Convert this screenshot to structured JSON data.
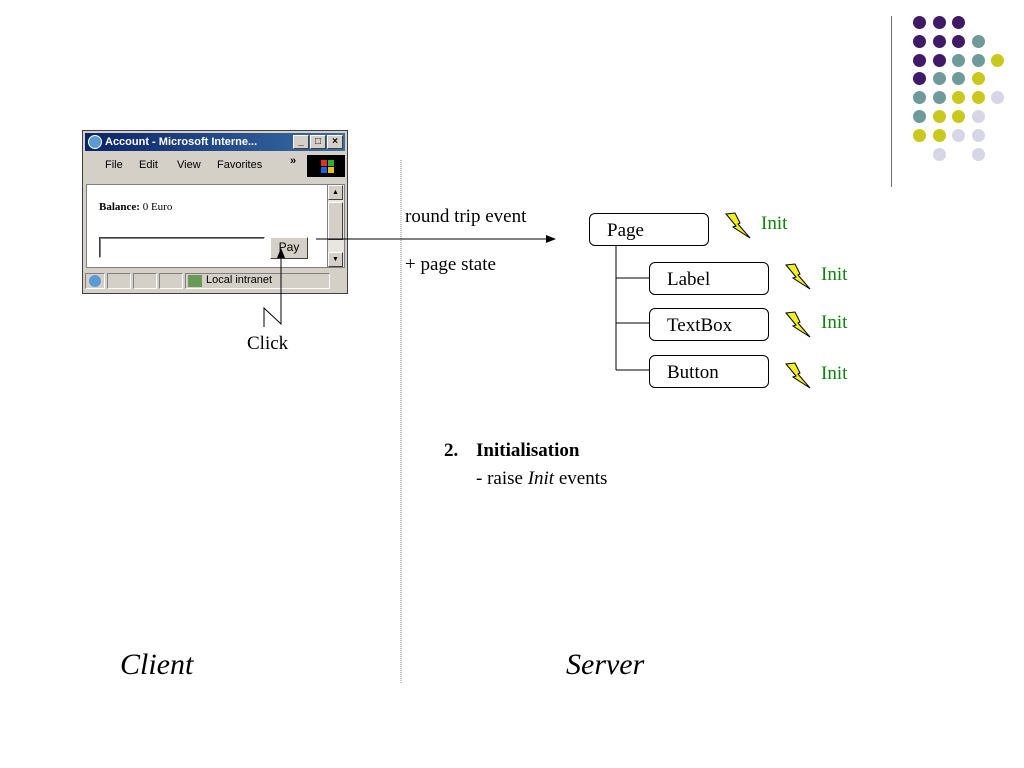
{
  "client_window": {
    "title": "Account - Microsoft Interne...",
    "menu": [
      "File",
      "Edit",
      "View",
      "Favorites"
    ],
    "more_symbol": "»",
    "balance_label": "Balance:",
    "balance_value": "0 Euro",
    "pay_label": "Pay",
    "status_text": "Local intranet"
  },
  "click_label": "Click",
  "arrow": {
    "label_top": "round trip event",
    "label_bottom": "+ page state"
  },
  "tree": {
    "root": "Page",
    "children": [
      "Label",
      "TextBox",
      "Button"
    ],
    "event_label": "Init"
  },
  "step": {
    "number": "2.",
    "title": "Initialisation",
    "bullet_prefix": "- raise ",
    "bullet_em": "Init",
    "bullet_suffix": " events"
  },
  "footer": {
    "client": "Client",
    "server": "Server"
  },
  "colors": {
    "purple": "#3f1a66",
    "teal": "#6e9a9a",
    "yellow": "#c8c81e",
    "lavender": "#d6d6e6",
    "init_green": "#108010",
    "bolt_yellow": "#f0f020"
  }
}
